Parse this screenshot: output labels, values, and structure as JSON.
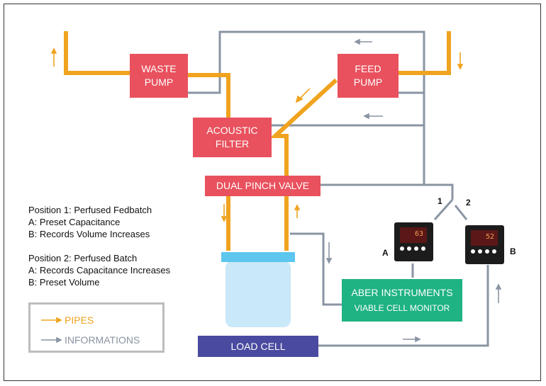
{
  "colors": {
    "pipe": "#f0a31f",
    "info": "#8a94a3",
    "pump": "#e8515d",
    "green": "#1fb283",
    "loadcell": "#4a4aa0",
    "vessel_top": "#5cc6ef",
    "vessel": "#c9e8f8"
  },
  "boxes": {
    "waste_pump": "WASTE\nPUMP",
    "feed_pump": "FEED\nPUMP",
    "acoustic_filter": "ACOUSTIC\nFILTER",
    "dual_pinch_valve": "DUAL PINCH VALVE",
    "aber_title": "ABER INSTRUMENTS",
    "aber_sub": "VIABLE CELL MONITOR",
    "load_cell": "LOAD CELL"
  },
  "notes": {
    "pos1_title": "Position 1: Perfused Fedbatch",
    "pos1_a": "A: Preset Capacitance",
    "pos1_b": "B: Records Volume Increases",
    "pos2_title": "Position 2: Perfused Batch",
    "pos2_a": "A: Records Capacitance Increases",
    "pos2_b": "B: Preset Volume"
  },
  "legend": {
    "pipes": "PIPES",
    "informations": "INFORMATIONS"
  },
  "monitors": {
    "a": {
      "label": "A",
      "value": "63"
    },
    "b": {
      "label": "B",
      "value": "52"
    }
  },
  "switch_labels": {
    "one": "1",
    "two": "2"
  }
}
